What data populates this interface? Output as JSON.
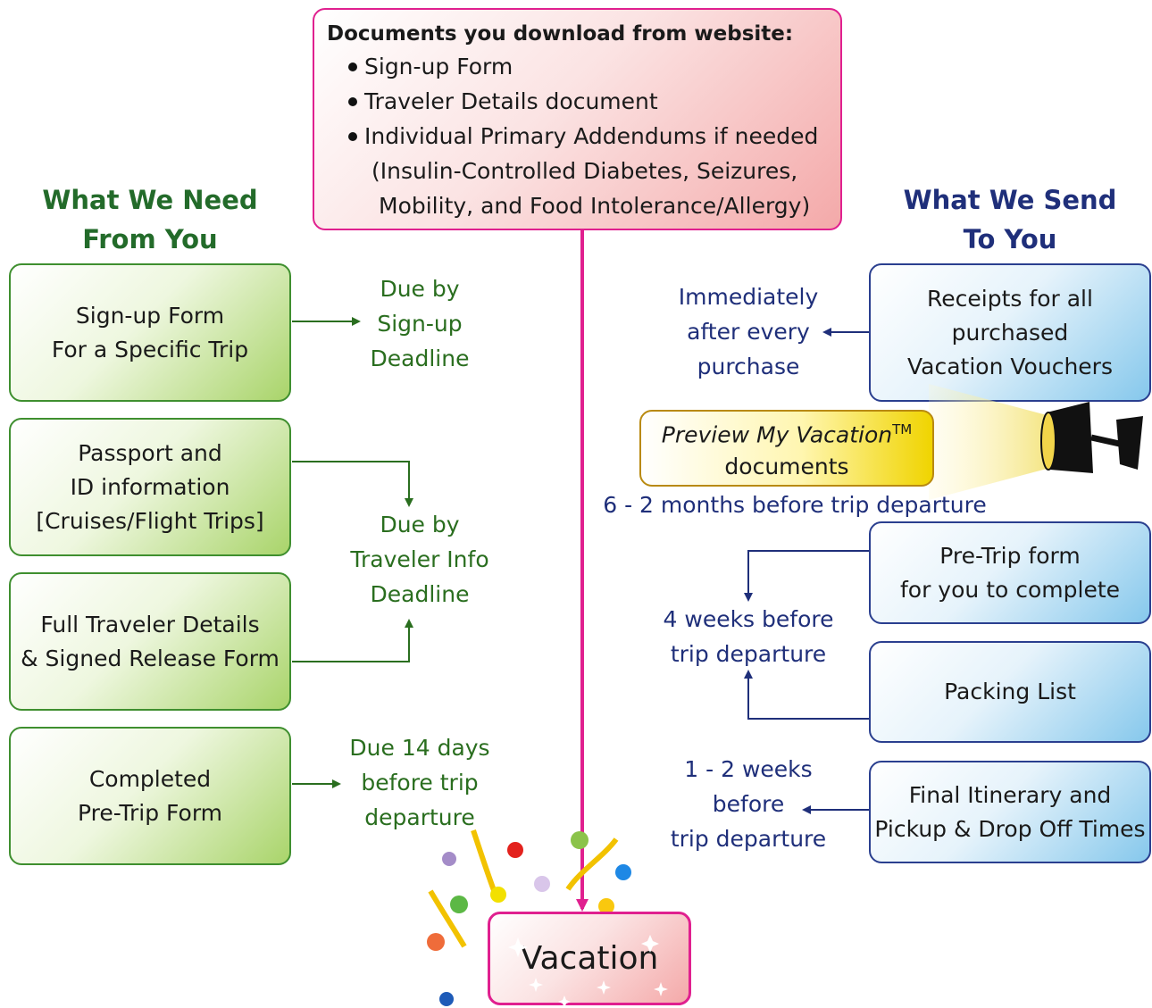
{
  "documents_box": {
    "title": "Documents you download from website:",
    "items": [
      "Sign-up Form",
      "Traveler Details document",
      "Individual Primary Addendums if needed"
    ],
    "note_line1": "(Insulin-Controlled Diabetes, Seizures,",
    "note_line2": "Mobility, and Food Intolerance/Allergy)"
  },
  "left": {
    "heading_line1": "What We Need",
    "heading_line2": "From You",
    "heading_color": "#236b2a",
    "boxes": [
      {
        "line1": "Sign-up Form",
        "line2": "For a Specific Trip"
      },
      {
        "line1": "Passport and",
        "line2": "ID information",
        "line3": "[Cruises/Flight Trips]"
      },
      {
        "line1": "Full Traveler Details",
        "line2": "& Signed Release Form"
      },
      {
        "line1": "Completed",
        "line2": "Pre-Trip Form"
      }
    ],
    "due": [
      {
        "line1": "Due by",
        "line2": "Sign-up",
        "line3": "Deadline"
      },
      {
        "line1": "Due by",
        "line2": "Traveler Info",
        "line3": "Deadline"
      },
      {
        "line1": "Due 14 days",
        "line2": "before trip",
        "line3": "departure"
      }
    ]
  },
  "right": {
    "heading_line1": "What We Send",
    "heading_line2": "To You",
    "heading_color": "#1f2f7a",
    "boxes": [
      {
        "line1": "Receipts for all",
        "line2": "purchased",
        "line3": "Vacation Vouchers"
      },
      {
        "line1": "Pre-Trip form",
        "line2": "for you to complete"
      },
      {
        "line1": "Packing List"
      },
      {
        "line1": "Final Itinerary and",
        "line2": "Pickup & Drop Off Times"
      }
    ],
    "timing": [
      {
        "line1": "Immediately",
        "line2": "after every",
        "line3": "purchase"
      },
      {
        "line1": "4 weeks before",
        "line2": "trip departure"
      },
      {
        "line1": "1 - 2 weeks",
        "line2": "before",
        "line3": "trip departure"
      }
    ],
    "preview": {
      "italic": "Preview My Vacation",
      "tm": "TM",
      "line2": "documents"
    },
    "preview_timing": "6 - 2 months before trip departure"
  },
  "vacation": {
    "label": "Vacation"
  },
  "colors": {
    "green": "#2a6e1f",
    "blue": "#1f2f7a",
    "magenta": "#e0208f"
  }
}
